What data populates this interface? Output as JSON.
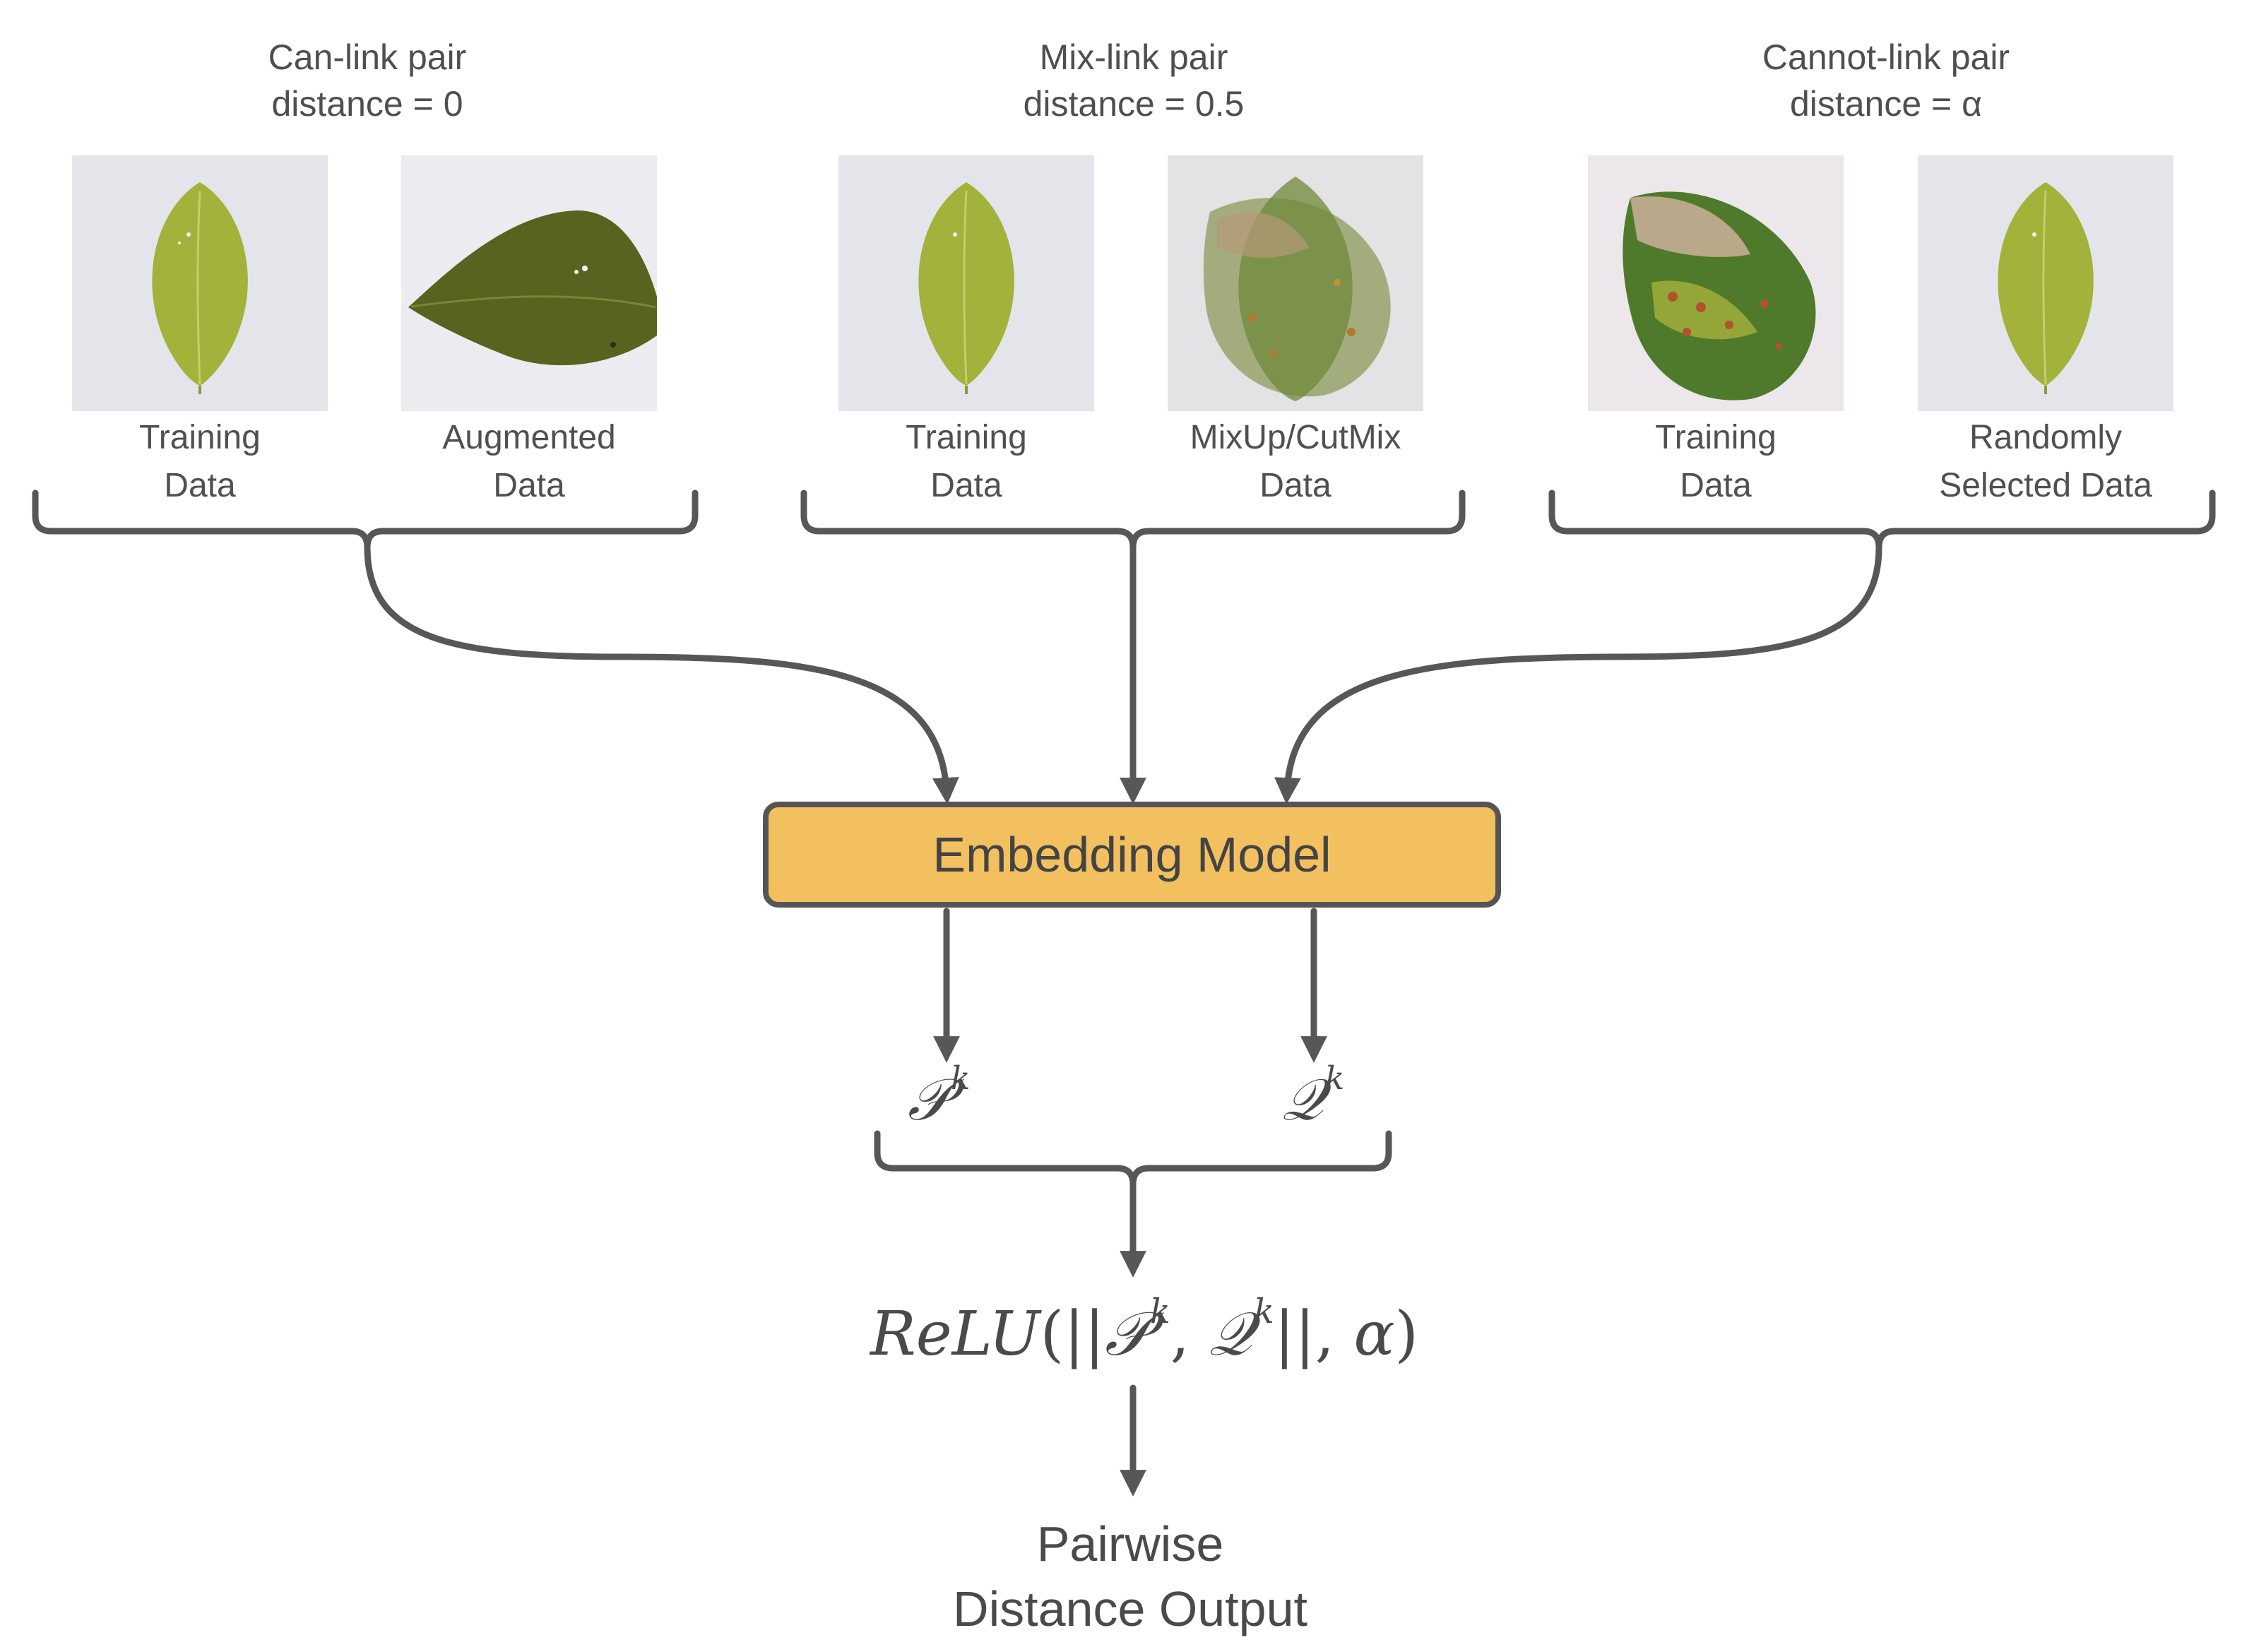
{
  "groups": [
    {
      "title_line1": "Can-link pair",
      "title_line2": "distance = 0",
      "left_caption": [
        "Training",
        "Data"
      ],
      "right_caption": [
        "Augmented",
        "Data"
      ]
    },
    {
      "title_line1": "Mix-link pair",
      "title_line2": "distance = 0.5",
      "left_caption": [
        "Training",
        "Data"
      ],
      "right_caption": [
        "MixUp/CutMix",
        "Data"
      ]
    },
    {
      "title_line1": "Cannot-link pair",
      "title_line2": "distance = α",
      "left_caption": [
        "Training",
        "Data"
      ],
      "right_caption": [
        "Randomly",
        "Selected Data"
      ]
    }
  ],
  "embedding_model": {
    "label": "Embedding Model",
    "fill": "#f3c060",
    "border": "#555555"
  },
  "embeddings": {
    "p_symbol": "𝒫",
    "q_symbol": "𝒬",
    "superscript": "k"
  },
  "formula": {
    "func": "ReLU",
    "open": "(||",
    "p": "𝒫",
    "sup": "k",
    "comma": ", ",
    "q": "𝒬",
    "close_norm": "||, ",
    "alpha": "α",
    "close": ")"
  },
  "output": {
    "line1": "Pairwise",
    "line2": "Distance Output"
  },
  "colors": {
    "arrow": "#575757",
    "text": "#4f4f4f",
    "image_bg": "#e6e6ea",
    "leaf_healthy": "#a3b33c",
    "leaf_dark": "#4e5a1c"
  }
}
